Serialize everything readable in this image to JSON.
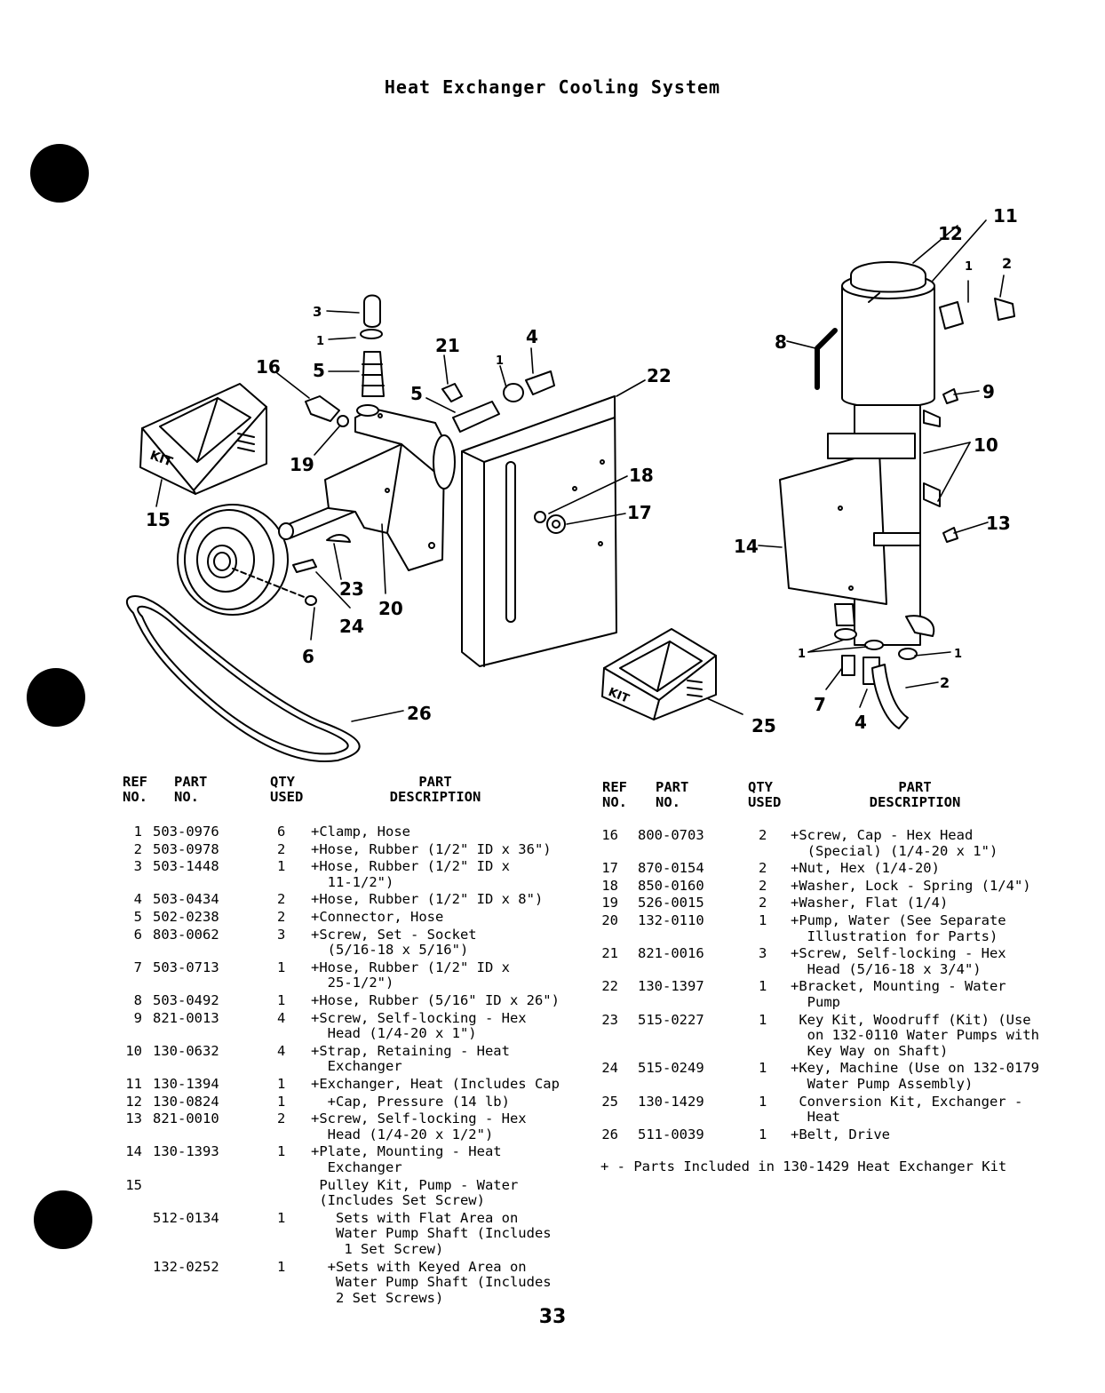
{
  "title": "Heat Exchanger Cooling System",
  "page_number": "33",
  "kit_label": "KIT",
  "callouts": {
    "c1": "1",
    "c2": "2",
    "c3": "3",
    "c4": "4",
    "c5": "5",
    "c6": "6",
    "c7": "7",
    "c8": "8",
    "c9": "9",
    "c10": "10",
    "c11": "11",
    "c12": "12",
    "c13": "13",
    "c14": "14",
    "c15": "15",
    "c16": "16",
    "c17": "17",
    "c18": "18",
    "c19": "19",
    "c20": "20",
    "c21": "21",
    "c22": "22",
    "c23": "23",
    "c24": "24",
    "c25": "25",
    "c26": "26"
  },
  "headers": {
    "ref": "REF\nNO.",
    "part_no": "PART\nNO.",
    "qty": "QTY\nUSED",
    "desc": "PART\nDESCRIPTION"
  },
  "left_rows": [
    {
      "ref": "1",
      "part": "503-0976",
      "qty": "6",
      "desc": "+Clamp, Hose"
    },
    {
      "ref": "2",
      "part": "503-0978",
      "qty": "2",
      "desc": "+Hose, Rubber (1/2\" ID x 36\")"
    },
    {
      "ref": "3",
      "part": "503-1448",
      "qty": "1",
      "desc": "+Hose, Rubber (1/2\" ID x\n  11-1/2\")"
    },
    {
      "ref": "4",
      "part": "503-0434",
      "qty": "2",
      "desc": "+Hose, Rubber (1/2\" ID x 8\")"
    },
    {
      "ref": "5",
      "part": "502-0238",
      "qty": "2",
      "desc": "+Connector, Hose"
    },
    {
      "ref": "6",
      "part": "803-0062",
      "qty": "3",
      "desc": "+Screw, Set - Socket\n  (5/16-18 x 5/16\")"
    },
    {
      "ref": "7",
      "part": "503-0713",
      "qty": "1",
      "desc": "+Hose, Rubber (1/2\" ID x\n  25-1/2\")"
    },
    {
      "ref": "8",
      "part": "503-0492",
      "qty": "1",
      "desc": "+Hose, Rubber (5/16\" ID x 26\")"
    },
    {
      "ref": "9",
      "part": "821-0013",
      "qty": "4",
      "desc": "+Screw, Self-locking - Hex\n  Head (1/4-20 x 1\")"
    },
    {
      "ref": "10",
      "part": "130-0632",
      "qty": "4",
      "desc": "+Strap, Retaining - Heat\n  Exchanger"
    },
    {
      "ref": "11",
      "part": "130-1394",
      "qty": "1",
      "desc": "+Exchanger, Heat (Includes Cap"
    },
    {
      "ref": "12",
      "part": "130-0824",
      "qty": "1",
      "desc": "  +Cap, Pressure (14 lb)"
    },
    {
      "ref": "13",
      "part": "821-0010",
      "qty": "2",
      "desc": "+Screw, Self-locking - Hex\n  Head (1/4-20 x 1/2\")"
    },
    {
      "ref": "14",
      "part": "130-1393",
      "qty": "1",
      "desc": "+Plate, Mounting - Heat\n  Exchanger"
    },
    {
      "ref": "15",
      "part": "",
      "qty": "",
      "desc": " Pulley Kit, Pump - Water\n (Includes Set Screw)"
    },
    {
      "ref": "",
      "part": "512-0134",
      "qty": "1",
      "desc": "   Sets with Flat Area on\n   Water Pump Shaft (Includes\n    1 Set Screw)"
    },
    {
      "ref": "",
      "part": "132-0252",
      "qty": "1",
      "desc": "  +Sets with Keyed Area on\n   Water Pump Shaft (Includes\n   2 Set Screws)"
    }
  ],
  "right_rows": [
    {
      "ref": "16",
      "part": "800-0703",
      "qty": "2",
      "desc": "+Screw, Cap - Hex Head\n  (Special) (1/4-20 x 1\")"
    },
    {
      "ref": "17",
      "part": "870-0154",
      "qty": "2",
      "desc": "+Nut, Hex (1/4-20)"
    },
    {
      "ref": "18",
      "part": "850-0160",
      "qty": "2",
      "desc": "+Washer, Lock - Spring (1/4\")"
    },
    {
      "ref": "19",
      "part": "526-0015",
      "qty": "2",
      "desc": "+Washer, Flat (1/4)"
    },
    {
      "ref": "20",
      "part": "132-0110",
      "qty": "1",
      "desc": "+Pump, Water (See Separate\n  Illustration for Parts)"
    },
    {
      "ref": "21",
      "part": "821-0016",
      "qty": "3",
      "desc": "+Screw, Self-locking - Hex\n  Head (5/16-18 x 3/4\")"
    },
    {
      "ref": "22",
      "part": "130-1397",
      "qty": "1",
      "desc": "+Bracket, Mounting - Water\n  Pump"
    },
    {
      "ref": "23",
      "part": "515-0227",
      "qty": "1",
      "desc": " Key Kit, Woodruff (Kit) (Use\n  on 132-0110 Water Pumps with\n  Key Way on Shaft)"
    },
    {
      "ref": "24",
      "part": "515-0249",
      "qty": "1",
      "desc": "+Key, Machine (Use on 132-0179\n  Water Pump Assembly)"
    },
    {
      "ref": "25",
      "part": "130-1429",
      "qty": "1",
      "desc": " Conversion Kit, Exchanger -\n  Heat"
    },
    {
      "ref": "26",
      "part": "511-0039",
      "qty": "1",
      "desc": "+Belt, Drive"
    }
  ],
  "footnote": "+ - Parts Included in 130-1429 Heat Exchanger Kit"
}
